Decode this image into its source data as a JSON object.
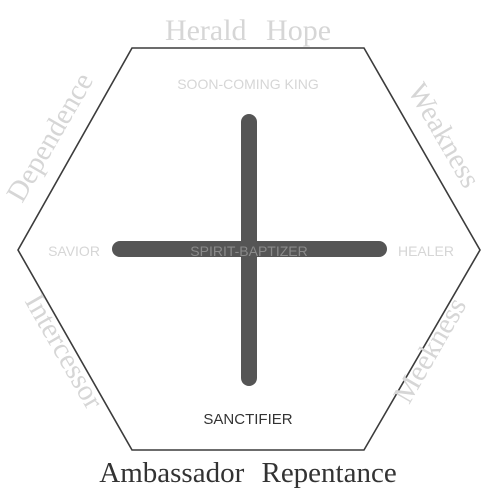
{
  "diagram": {
    "edges": {
      "top": "Herald Hope",
      "upper_right": "Weakness",
      "lower_right": "Meekness",
      "bottom": "Ambassador Repentance",
      "lower_left": "Intercessor",
      "upper_left": "Dependence"
    },
    "cross": {
      "top": "SOON-COMING KING",
      "left": "SAVIOR",
      "center": "SPIRIT-BAPTIZER",
      "right": "HEALER",
      "bottom": "SANCTIFIER"
    }
  },
  "colors": {
    "hexagon_stroke": "#3c3c3c",
    "cross_fill": "#555555",
    "faint_text": "#d6d6d6",
    "dark_text": "#333333",
    "center_text": "#8a8a8a"
  }
}
